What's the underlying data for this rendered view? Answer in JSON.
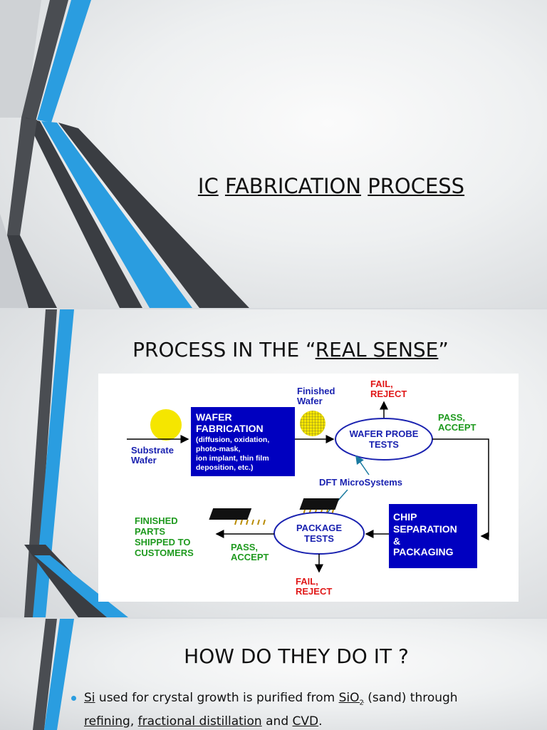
{
  "slide1": {
    "title_words": [
      "IC",
      "FABRICATION",
      "PROCESS"
    ]
  },
  "slide2": {
    "title_prefix": "PROCESS IN THE “",
    "title_underlined": "REAL SENSE",
    "title_suffix": "”",
    "diagram": {
      "substrate_l1": "Substrate",
      "substrate_l2": "Wafer",
      "finished_wafer_l1": "Finished",
      "finished_wafer_l2": "Wafer",
      "wafer_fab_l1": "WAFER",
      "wafer_fab_l2": "FABRICATION",
      "wafer_fab_d1": "(diffusion, oxidation,",
      "wafer_fab_d2": "photo-mask,",
      "wafer_fab_d3": "ion implant, thin film",
      "wafer_fab_d4": "deposition, etc.)",
      "fail_top_l1": "FAIL,",
      "fail_top_l2": "REJECT",
      "probe_l1": "WAFER PROBE",
      "probe_l2": "TESTS",
      "pass_top_l1": "PASS,",
      "pass_top_l2": "ACCEPT",
      "dft": "DFT MicroSystems",
      "chip_l1": "CHIP",
      "chip_l2": "SEPARATION",
      "chip_l3": "&",
      "chip_l4": "PACKAGING",
      "pkg_l1": "PACKAGE",
      "pkg_l2": "TESTS",
      "pass_bot_l1": "PASS,",
      "pass_bot_l2": "ACCEPT",
      "fail_bot_l1": "FAIL,",
      "fail_bot_l2": "REJECT",
      "finished_l1": "FINISHED",
      "finished_l2": "PARTS",
      "finished_l3": "SHIPPED TO",
      "finished_l4": "CUSTOMERS"
    }
  },
  "slide3": {
    "title": "HOW DO THEY DO IT ?",
    "bullet": {
      "w_si": "Si",
      "t1": " used for crystal growth is purified from ",
      "w_sio": "SiO",
      "sub": "2",
      "t2": " (sand)  through",
      "w_refining": "refining",
      "t3": ", ",
      "w_frac": "fractional distillation",
      "t4": " and ",
      "w_cvd": "CVD",
      "t5": "."
    }
  },
  "colors": {
    "accent_blue": "#2a9de0",
    "dark_stripe": "#3a3d42",
    "box_blue": "#0000c0",
    "fail_red": "#e01818",
    "pass_green": "#1f9a1f",
    "label_blue": "#1a22b0"
  }
}
